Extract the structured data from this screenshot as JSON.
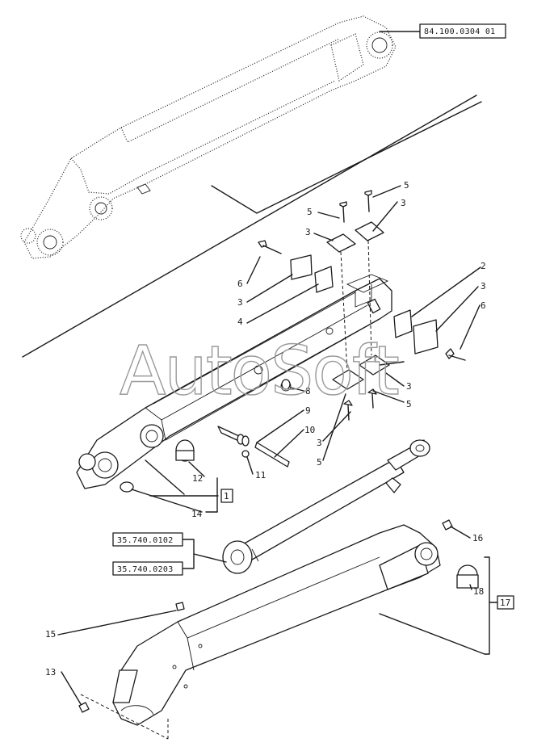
{
  "watermark": "AutoSoft",
  "references": {
    "top_boom": "84.100.0304 01",
    "cyl_a": "35.740.0102",
    "cyl_b": "35.740.0203"
  },
  "callouts": {
    "n1": "1",
    "n2": "2",
    "n3": "3",
    "n4": "4",
    "n5": "5",
    "n6": "6",
    "n8": "8",
    "n9": "9",
    "n10": "10",
    "n11": "11",
    "n12": "12",
    "n13": "13",
    "n14": "14",
    "n15": "15",
    "n16": "16",
    "n17": "17",
    "n18": "18"
  }
}
